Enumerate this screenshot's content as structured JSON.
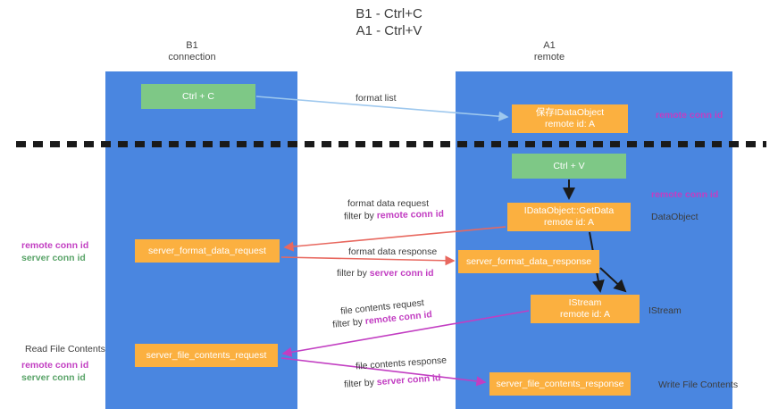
{
  "title": "B1 - Ctrl+C\nA1 - Ctrl+V",
  "columns": {
    "left": {
      "header": "B1\nconnection"
    },
    "right": {
      "header": "A1\nremote"
    }
  },
  "nodes": {
    "ctrl_c": {
      "label": "Ctrl + C",
      "color": "#7ec886"
    },
    "save_dataobj": {
      "label": "保存IDataObject\nremote id: A",
      "color": "#fbb040"
    },
    "ctrl_v": {
      "label": "Ctrl + V",
      "color": "#7ec886"
    },
    "getdata": {
      "label": "IDataObject::GetData\nremote id: A",
      "color": "#fbb040"
    },
    "sfd_request": {
      "label": "server_format_data_request",
      "color": "#fbb040"
    },
    "sfd_response": {
      "label": "server_format_data_response",
      "color": "#fbb040"
    },
    "istream": {
      "label": "IStream\nremote id: A",
      "color": "#fbb040"
    },
    "sfc_request": {
      "label": "server_file_contents_request",
      "color": "#fbb040"
    },
    "sfc_response": {
      "label": "server_file_contents_response",
      "color": "#fbb040"
    }
  },
  "edges": {
    "format_list": {
      "label": "format list"
    },
    "format_data_request": {
      "label": "format data request",
      "filter_prefix": "filter by ",
      "filter_key": "remote conn id"
    },
    "format_data_response": {
      "label": "format data response",
      "filter_prefix": "filter by ",
      "filter_key": "server conn id"
    },
    "file_contents_request": {
      "label": "file contents request",
      "filter_prefix": "filter by ",
      "filter_key": "remote conn id"
    },
    "file_contents_response": {
      "label": "file contents response",
      "filter_prefix": "filter by ",
      "filter_key": "server conn id"
    }
  },
  "notes": {
    "remote_conn_id_top": "remote conn id",
    "remote_conn_id_middle": "remote conn id",
    "data_object": "DataObject",
    "istream": "IStream",
    "write_file_contents": "Write File Contents",
    "read_file_contents": "Read File Contents",
    "left_remote_conn_id": "remote conn id",
    "left_server_conn_id": "server conn id",
    "left_mid_remote_conn_id": "remote conn id",
    "left_mid_server_conn_id": "server conn id"
  },
  "colors": {
    "lane": "#4a86e0",
    "node_green": "#7ec886",
    "node_orange": "#fbb040",
    "purple": "#c23ec2",
    "green_text": "#5aa469",
    "arrow_blue": "#9ec8ee",
    "arrow_red": "#e8685f",
    "arrow_black": "#1a1a1a",
    "arrow_magenta": "#c23ec2",
    "background": "#ffffff"
  }
}
